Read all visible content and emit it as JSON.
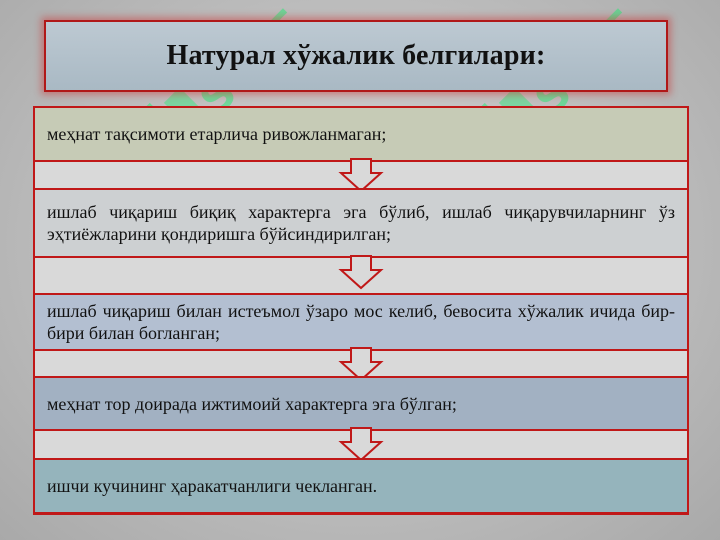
{
  "title": "Натурал хўжалик белгилари:",
  "items": [
    "меҳнат тақсимоти етарлича ривожланмаган;",
    "ишлаб чиқариш биқиқ характерга эга бўлиб, ишлаб чиқарувчиларнинг ўз эҳтиёжларини қондиришга бўйсиндирилган;",
    "ишлаб чиқариш билан истеъмол ўзаро мос келиб, бевосита хўжалик ичида бир-бири билан богланган;",
    "меҳнат тор доирада ижтимоий характерга эга бўлган;",
    "ишчи кучининг ҳаракатчанлиги чекланган."
  ],
  "watermark_text": "SOFT",
  "colors": {
    "frame_red": "#c01818",
    "title_bg": "#b3c2cc",
    "watermark_green": "#2ee87a"
  }
}
